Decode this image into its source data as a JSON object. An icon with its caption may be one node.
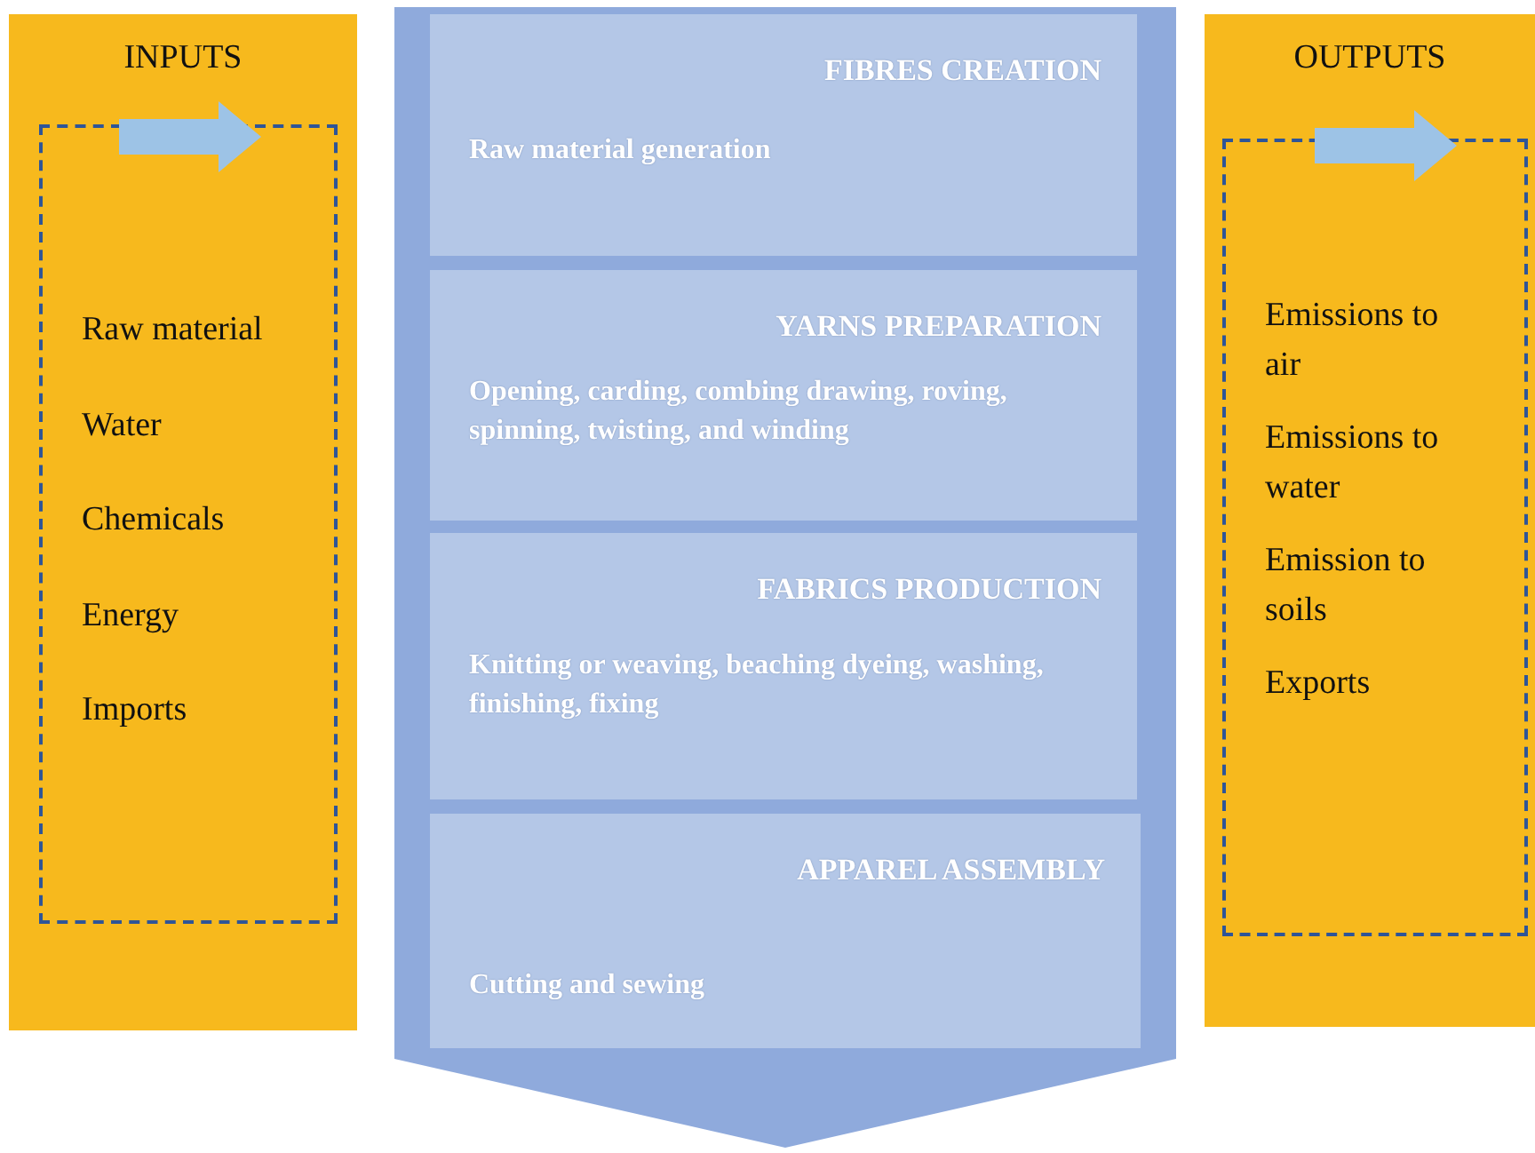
{
  "diagram": {
    "nodes": [
      {
        "text": [
          "INPUTS"
        ]
      },
      {
        "text": [
          "Raw material",
          "Water",
          "Chemicals",
          "Energy",
          "Imports"
        ],
        "in": 0
      },
      {
        "text": [],
        "shape": "chevron"
      },
      {
        "text": [
          "FIBRES CREATION",
          "Raw material generation"
        ],
        "in": 2
      },
      {
        "text": [
          "YARNS PREPARATION",
          "Opening, carding, combing drawing, roving, spinning, twisting, and winding"
        ],
        "in": 2
      },
      {
        "text": [
          "FABRICS PRODUCTION",
          "Knitting or weaving, beaching dyeing, washing, finishing, fixing"
        ],
        "in": 2
      },
      {
        "text": [
          "APPAREL ASSEMBLY",
          "Cutting and sewing"
        ],
        "in": 2
      },
      {
        "text": [
          "OUTPUTS"
        ]
      },
      {
        "text": [
          "Emissions to air",
          "Emissions to water",
          "Emission to soils",
          "Exports"
        ],
        "in": 7
      }
    ]
  }
}
